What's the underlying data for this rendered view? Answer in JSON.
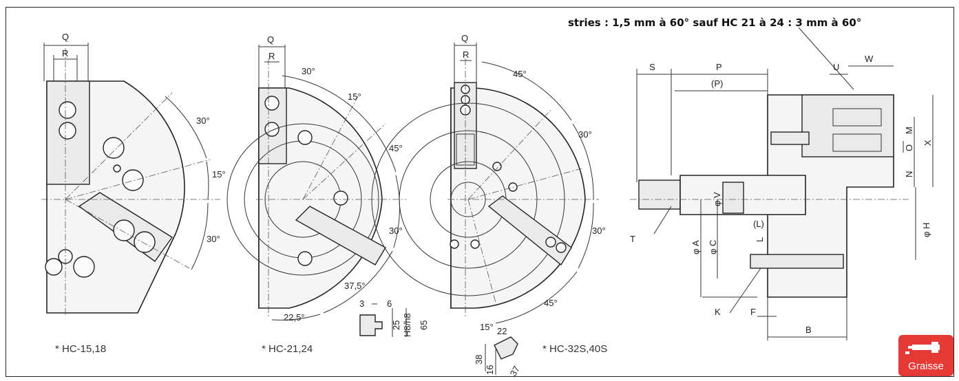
{
  "note": "stries : 1,5 mm à 60° sauf HC 21 à 24 : 3 mm à 60°",
  "views": [
    {
      "caption": "* HC-15,18",
      "dims": [
        "Q",
        "R",
        "30°",
        "15°",
        "30°"
      ]
    },
    {
      "caption": "* HC-21,24",
      "dims": [
        "Q",
        "R",
        "30°",
        "15°",
        "45°",
        "30°",
        "37,5°",
        "22,5°"
      ]
    },
    {
      "caption": "* HC-32S,40S",
      "dims": [
        "Q",
        "R",
        "45°",
        "30°",
        "30°",
        "45°",
        "15°"
      ]
    }
  ],
  "jaw_detail_21": {
    "dims": [
      "3",
      "6",
      "25",
      "H8/h8",
      "65"
    ]
  },
  "jaw_detail_32": {
    "dims": [
      "22",
      "38",
      "16",
      "37"
    ]
  },
  "section": {
    "dims": [
      "S",
      "P",
      "(P)",
      "U",
      "W",
      "M",
      "O",
      "X",
      "N",
      "φ V",
      "(L)",
      "L",
      "φ H",
      "T",
      "φ A",
      "φ C",
      "K",
      "F",
      "B"
    ]
  },
  "badge": {
    "label": "Graisse",
    "color": "#e53935"
  }
}
